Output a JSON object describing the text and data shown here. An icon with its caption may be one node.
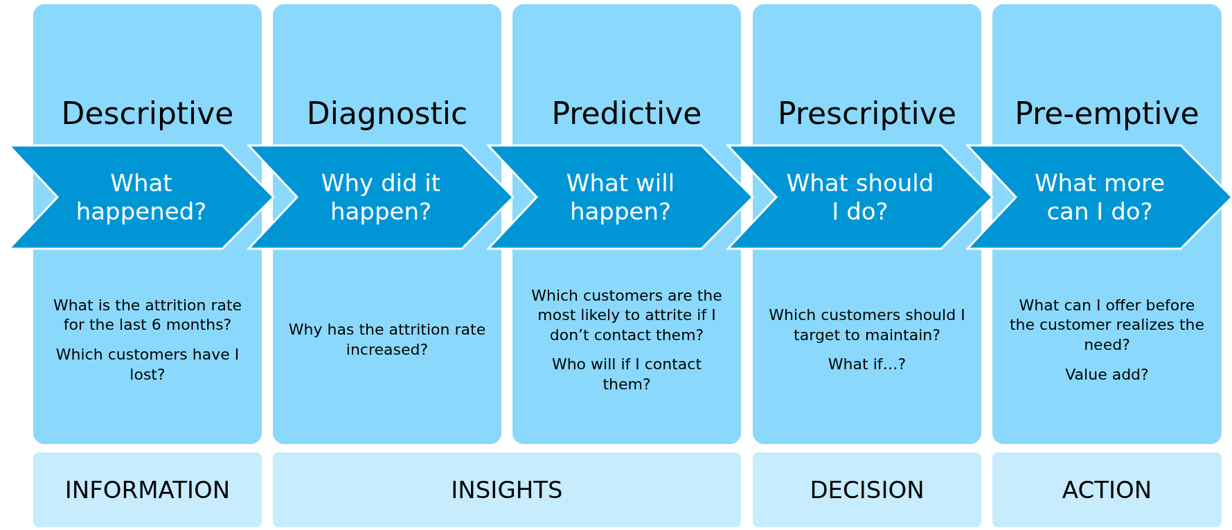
{
  "diagram": {
    "nodes": [
      {
        "text": [
          "Descriptive",
          "What is the attrition rate for the last 6 months?",
          "Which customers have I lost?"
        ]
      },
      {
        "text": [
          "Diagnostic",
          "Why has the attrition rate increased?"
        ]
      },
      {
        "text": [
          "Predictive",
          "Which customers are the most likely to attrite if I don’t contact them?",
          "Who will if I contact them?"
        ]
      },
      {
        "text": [
          "Prescriptive",
          "Which customers should I target to maintain?",
          "What if…?"
        ]
      },
      {
        "text": [
          "Pre-emptive",
          "What can I offer before the customer realizes the need?",
          "Value add?"
        ]
      },
      {
        "text": [
          "What happened?"
        ]
      },
      {
        "text": [
          "Why did it happen?"
        ]
      },
      {
        "text": [
          "What will happen?"
        ]
      },
      {
        "text": [
          "What should I do?"
        ]
      },
      {
        "text": [
          "What more can I do?"
        ]
      },
      {
        "text": [
          "INFORMATION"
        ]
      },
      {
        "text": [
          "INSIGHTS"
        ]
      },
      {
        "text": [
          "DECISION"
        ]
      },
      {
        "text": [
          "ACTION"
        ]
      }
    ]
  }
}
